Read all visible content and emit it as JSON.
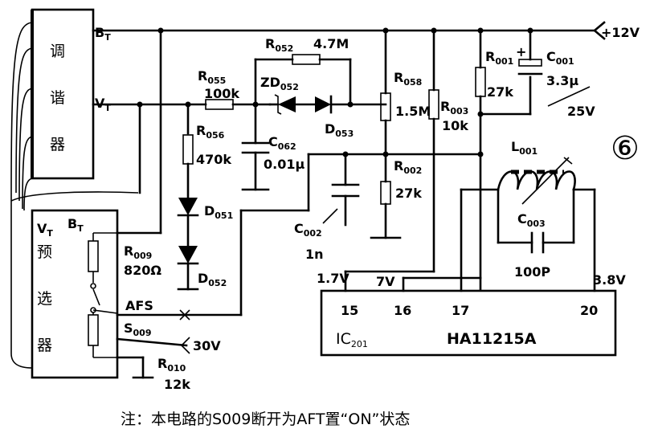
{
  "supply": "+12V",
  "figure_number": "⑥",
  "tuner": {
    "title_chars": [
      "调",
      "谐",
      "器"
    ],
    "bt": "B",
    "bt_sub": "T",
    "vt": "V",
    "vt_sub": "T"
  },
  "preselector": {
    "title_chars": [
      "预",
      "选",
      "器"
    ],
    "vt": "V",
    "vt_sub": "T",
    "bt": "B",
    "bt_sub": "T"
  },
  "components": {
    "r052": {
      "name": "R",
      "sub": "052",
      "value": "4.7M"
    },
    "r055": {
      "name": "R",
      "sub": "055",
      "value": "100k"
    },
    "zd052": {
      "name": "ZD",
      "sub": "052"
    },
    "d053": {
      "name": "D",
      "sub": "053"
    },
    "r058": {
      "name": "R",
      "sub": "058",
      "value": "1.5M"
    },
    "r003": {
      "name": "R",
      "sub": "003",
      "value": "10k"
    },
    "r001": {
      "name": "R",
      "sub": "001",
      "value": "27k"
    },
    "c001": {
      "name": "C",
      "sub": "001",
      "value": "3.3μ",
      "voltage": "25V"
    },
    "r056": {
      "name": "R",
      "sub": "056",
      "value": "470k"
    },
    "c062": {
      "name": "C",
      "sub": "062",
      "value": "0.01μ"
    },
    "r002": {
      "name": "R",
      "sub": "002",
      "value": "27k"
    },
    "l001": {
      "name": "L",
      "sub": "001"
    },
    "d051": {
      "name": "D",
      "sub": "051"
    },
    "c003": {
      "name": "C",
      "sub": "003",
      "value": "100P"
    },
    "c002": {
      "name": "C",
      "sub": "002",
      "value": "1n"
    },
    "r009": {
      "name": "R",
      "sub": "009",
      "value": "820Ω"
    },
    "d052": {
      "name": "D",
      "sub": "052"
    },
    "s009": {
      "name": "S",
      "sub": "009"
    },
    "afs": "AFS",
    "r010": {
      "name": "R",
      "sub": "010",
      "value": "12k"
    },
    "v30": "30V"
  },
  "ic": {
    "name": "IC",
    "sub": "201",
    "part": "HA11215A",
    "pins": [
      "15",
      "16",
      "17",
      "20"
    ],
    "pin_voltages": {
      "p15": "1.7V",
      "p16": "7V",
      "p20": "3.8V"
    }
  },
  "note": "注：本电路的S009断开为AFT置“ON”状态"
}
